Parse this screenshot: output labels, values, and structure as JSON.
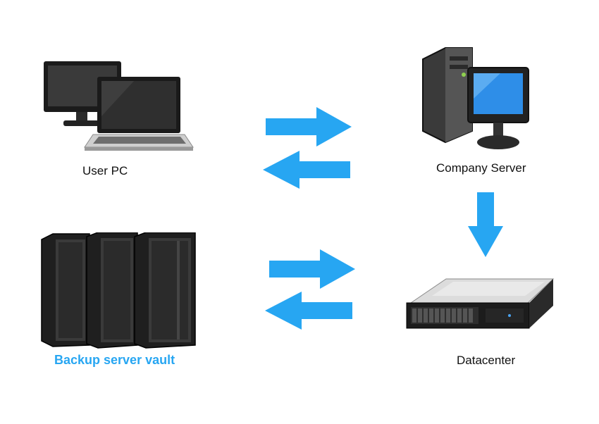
{
  "nodes": {
    "user_pc": {
      "label": "User PC",
      "icon": "desktop-and-laptop-icon"
    },
    "company_server": {
      "label": "Company Server",
      "icon": "server-tower-with-monitor-icon"
    },
    "backup_vault": {
      "label": "Backup server vault",
      "icon": "server-racks-icon"
    },
    "datacenter": {
      "label": "Datacenter",
      "icon": "rack-server-icon"
    }
  },
  "connections": [
    {
      "from": "User PC",
      "to": "Company Server",
      "direction": "bidirectional"
    },
    {
      "from": "Company Server",
      "to": "Datacenter",
      "direction": "one-way"
    },
    {
      "from": "Backup server vault",
      "to": "Datacenter",
      "direction": "bidirectional"
    }
  ],
  "colors": {
    "arrow": "#27a6f2",
    "accent_label": "#27a6f2",
    "label": "#111111",
    "device_dark": "#2a2a2a",
    "screen_blue": "#2e8ee8"
  }
}
